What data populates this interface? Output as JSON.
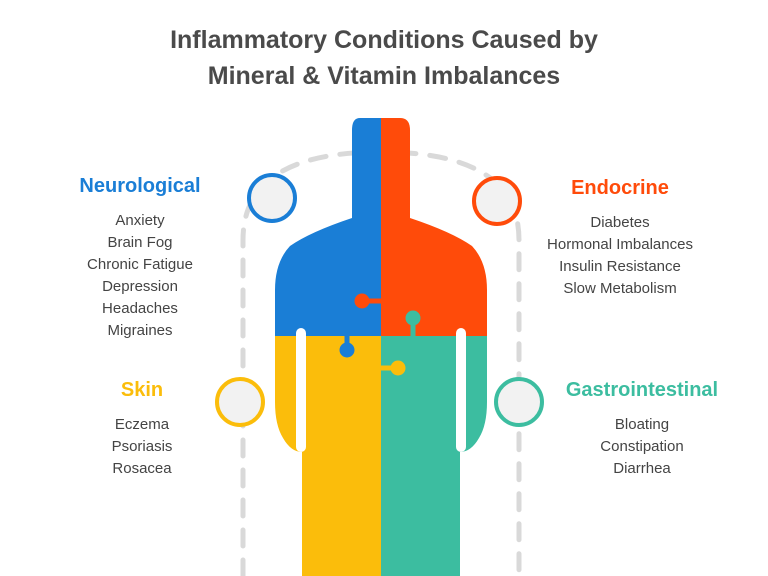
{
  "title": {
    "line1": "Inflammatory Conditions Caused by",
    "line2": "Mineral & Vitamin Imbalances"
  },
  "colors": {
    "neurological": "#1a7ed6",
    "endocrine": "#ff4b0a",
    "skin": "#fbbd0b",
    "gastrointestinal": "#3cbda0",
    "dashed_arc": "#d9d9d9",
    "circle_fill": "#f2f2f2"
  },
  "categories": {
    "neurological": {
      "label": "Neurological",
      "items": [
        "Anxiety",
        "Brain Fog",
        "Chronic Fatigue",
        "Depression",
        "Headaches",
        "Migraines"
      ]
    },
    "endocrine": {
      "label": "Endocrine",
      "items": [
        "Diabetes",
        "Hormonal Imbalances",
        "Insulin Resistance",
        "Slow Metabolism"
      ]
    },
    "skin": {
      "label": "Skin",
      "items": [
        "Eczema",
        "Psoriasis",
        "Rosacea"
      ]
    },
    "gastrointestinal": {
      "label": "Gastrointestinal",
      "items": [
        "Bloating",
        "Constipation",
        "Diarrhea"
      ]
    }
  }
}
